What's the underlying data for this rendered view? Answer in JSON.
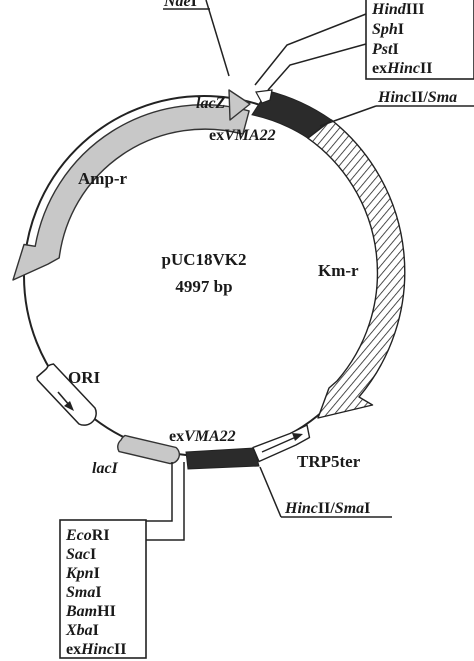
{
  "plasmid": {
    "name": "pUC18VK2",
    "size": "4997 bp"
  },
  "features": {
    "amp": "Amp-r",
    "km": "Km-r",
    "ori": "ORI",
    "lacz": "lacZ",
    "laci": "lacI",
    "trp5ter": "TRP5ter",
    "exvma_top": {
      "prefix": "ex",
      "italic": "VMA22"
    },
    "exvma_bottom": {
      "prefix": "ex",
      "italic": "VMA22"
    }
  },
  "sites": {
    "top_left_partial": {
      "italic": "Nde",
      "roman": "I"
    },
    "top_right_partial": {
      "italic": "Hinc",
      "roman": "II/",
      "italic2": "Sma"
    },
    "bottom_right": {
      "italic": "Hinc",
      "roman": "II/",
      "italic2": "Sma",
      "roman2": "I"
    }
  },
  "top_right_box": [
    {
      "italic": "Hind",
      "roman": "III"
    },
    {
      "italic": "Sph",
      "roman": "I"
    },
    {
      "italic": "Pst",
      "roman": "I"
    },
    {
      "prefix": "ex",
      "italic": "Hinc",
      "roman": "II"
    }
  ],
  "bottom_left_box": [
    {
      "italic": "Eco",
      "roman": "RI"
    },
    {
      "italic": "Sac",
      "roman": "I"
    },
    {
      "italic": "Kpn",
      "roman": "I"
    },
    {
      "italic": "Sma",
      "roman": "I"
    },
    {
      "italic": "Bam",
      "roman": "HI"
    },
    {
      "italic": "Xba",
      "roman": "I"
    },
    {
      "prefix": "ex",
      "italic": "Hinc",
      "roman": "II"
    }
  ]
}
